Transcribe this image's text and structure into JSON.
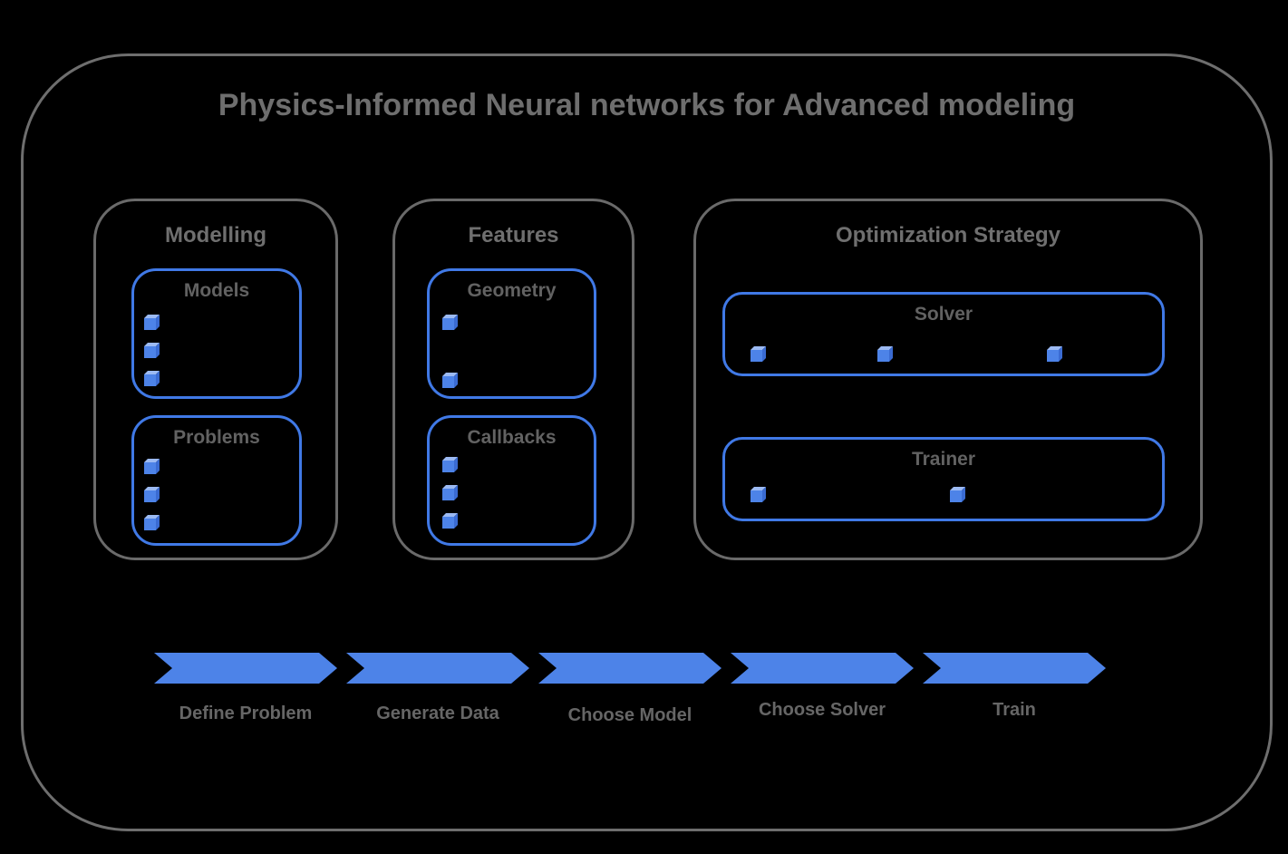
{
  "title": "Physics-Informed Neural networks for Advanced modeling",
  "colors": {
    "background": "#000000",
    "frame_border": "#6e6e6e",
    "section_border": "#6a6a6a",
    "blue_border": "#4079e6",
    "arrow_blue": "#4d83e8",
    "gray_text": "#6e6e6e",
    "cube_front": "#4d83e8",
    "cube_top": "#9cbaf3",
    "cube_side": "#3a6bd2"
  },
  "sections": [
    {
      "label": "Modelling",
      "subboxes": [
        {
          "label": "Models",
          "bullets": 3
        },
        {
          "label": "Problems",
          "bullets": 3
        }
      ]
    },
    {
      "label": "Features",
      "subboxes": [
        {
          "label": "Geometry",
          "bullets": 2
        },
        {
          "label": "Callbacks",
          "bullets": 3
        }
      ]
    },
    {
      "label": "Optimization Strategy",
      "subboxes": [
        {
          "label": "Solver",
          "bullets": 3
        },
        {
          "label": "Trainer",
          "bullets": 2
        }
      ]
    }
  ],
  "pipeline": {
    "steps": [
      {
        "label": "Define Problem"
      },
      {
        "label": "Generate Data"
      },
      {
        "label": "Choose Model"
      },
      {
        "label": "Choose Solver"
      },
      {
        "label": "Train"
      }
    ]
  }
}
